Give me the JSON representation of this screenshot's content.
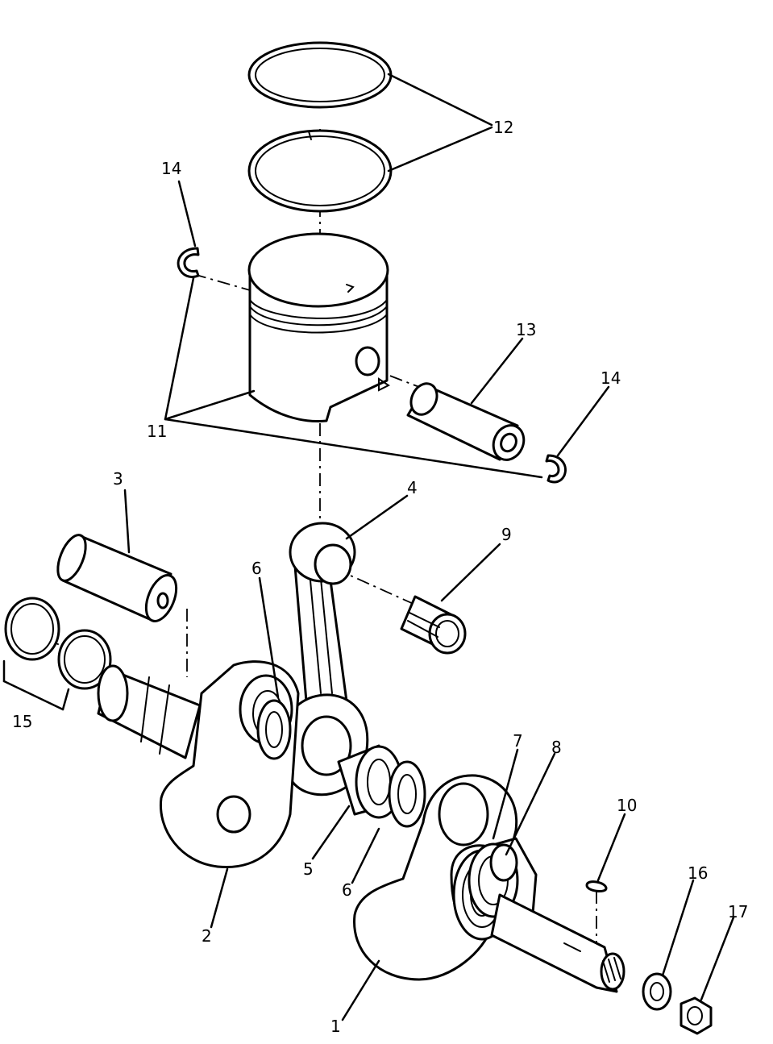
{
  "diagram": {
    "colors": {
      "ink": "#000000",
      "paper": "#ffffff"
    },
    "callouts": {
      "c1": "1",
      "c2": "2",
      "c3": "3",
      "c4": "4",
      "c5": "5",
      "c6a": "6",
      "c6b": "6",
      "c7": "7",
      "c8": "8",
      "c9": "9",
      "c10": "10",
      "c11": "11",
      "c12": "12",
      "c13": "13",
      "c14a": "14",
      "c14b": "14",
      "c15": "15",
      "c16": "16",
      "c17": "17"
    }
  }
}
